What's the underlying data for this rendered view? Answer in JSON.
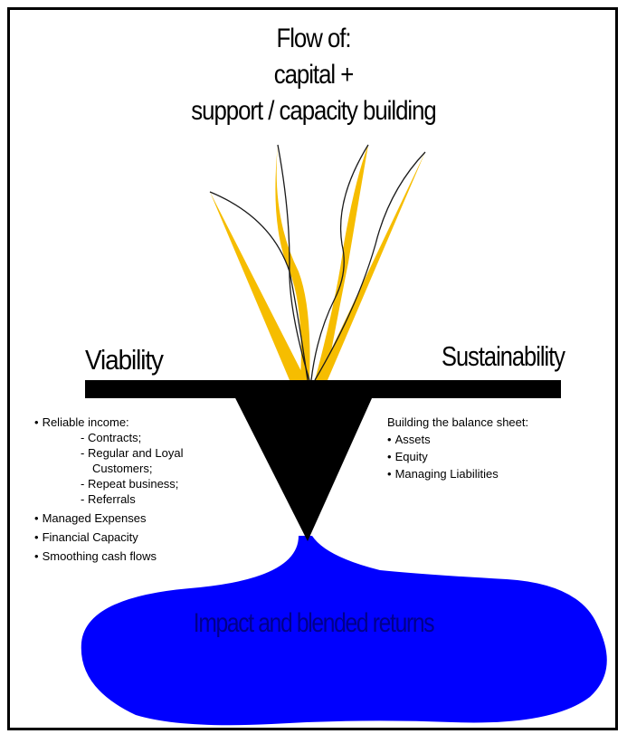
{
  "title": {
    "line1": "Flow of:",
    "line2": "capital  +",
    "line3": "support / capacity building"
  },
  "left_heading": "Viability",
  "right_heading": "Sustainability",
  "left_list": {
    "item1": "Reliable income:",
    "sub1": "Contracts;",
    "sub2": "Regular and Loyal",
    "sub2b": "Customers;",
    "sub3": "Repeat business;",
    "sub4": "Referrals",
    "item2": "Managed Expenses",
    "item3": "Financial Capacity",
    "item4": "Smoothing cash flows"
  },
  "right_list": {
    "heading": "Building the balance sheet:",
    "item1": "Assets",
    "item2": "Equity",
    "item3": "Managing Liabilities"
  },
  "pool_label": "Impact and blended returns",
  "colors": {
    "flame": "#f6bd00",
    "pool": "#0000ff",
    "pool_text": "#00008a",
    "bar": "#000000"
  }
}
